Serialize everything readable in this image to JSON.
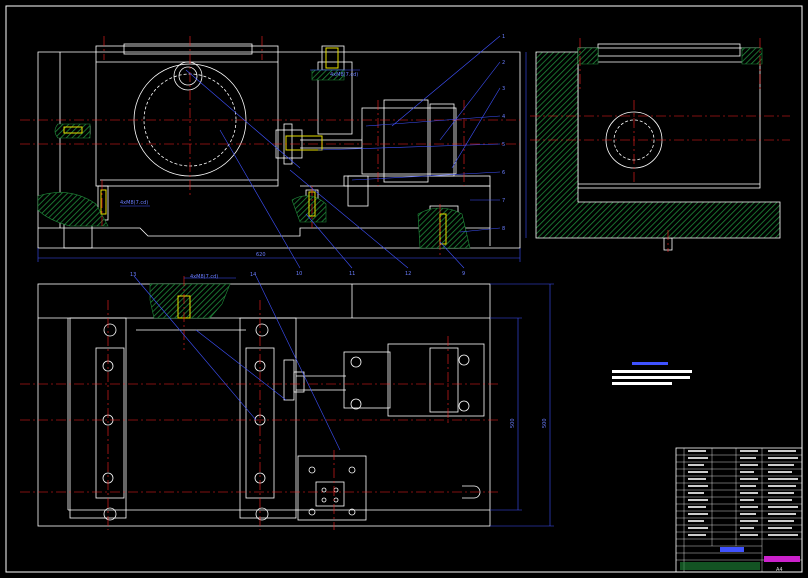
{
  "drawing": {
    "sheet_size": "A4",
    "colors": {
      "background": "#000000",
      "outline": "#ffffff",
      "centerline": "#ff2020",
      "dimension": "#3f52ff",
      "hatch": "#1f8a3a",
      "bolt": "#e8e000",
      "magenta": "#cc22cc"
    },
    "front_view": {
      "dimension_overall": "620",
      "leader_note": "4xM8(7.cd)"
    },
    "top_view": {
      "leader_note": "4xM8(7.cd)",
      "dimension_height": "500"
    },
    "side_view": {},
    "balloons_right": [
      "1",
      "2",
      "3",
      "4",
      "5",
      "6",
      "7",
      "8"
    ],
    "balloons_bottom": [
      "10",
      "11",
      "12",
      "9"
    ],
    "balloons_top_view": [
      "13",
      "14"
    ],
    "title_block": {
      "sheet_size": "A4"
    }
  }
}
